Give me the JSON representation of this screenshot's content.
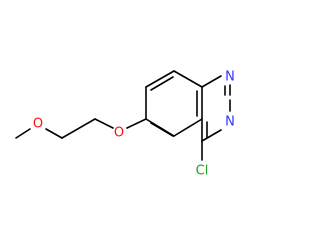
{
  "molecule": {
    "atoms": {
      "n1": {
        "label": "N",
        "color": "#3333ff"
      },
      "n3": {
        "label": "N",
        "color": "#3333ff"
      },
      "cl": {
        "label": "Cl",
        "color": "#1fa01f"
      },
      "o_ether": {
        "label": "O",
        "color": "#ff0d0d"
      },
      "o_methoxy": {
        "label": "O",
        "color": "#ff0d0d"
      }
    },
    "bond_color": "#000000"
  }
}
